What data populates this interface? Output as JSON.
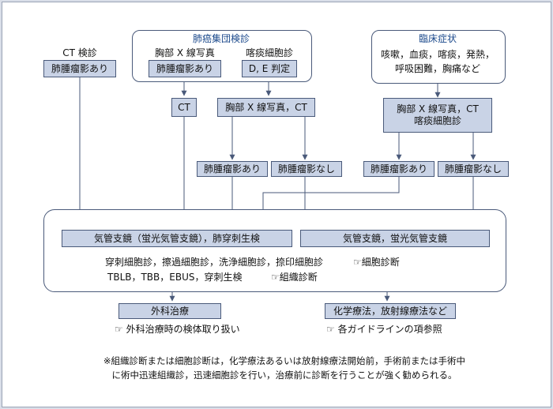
{
  "ct_exam": {
    "title": "CT 検診",
    "finding": "肺腫瘤影あり"
  },
  "mass_screening": {
    "title": "肺癌集団検診",
    "xray_label": "胸部 X 線写真",
    "xray_finding": "肺腫瘤影あり",
    "sputum_label": "喀痰細胞診",
    "sputum_finding": "D, E 判定"
  },
  "symptoms": {
    "title": "臨床症状",
    "line1": "咳嗽，血痰，喀痰，発熱，",
    "line2": "呼吸困難，胸痛など"
  },
  "ct_box": "CT",
  "xray_ct_box": "胸部 X 線写真，CT",
  "xray_ct_sputum_box": {
    "line1": "胸部 X 線写真，CT",
    "line2": "喀痰細胞診"
  },
  "findings": {
    "left_present": "肺腫瘤影あり",
    "left_absent": "肺腫瘤影なし",
    "right_present": "肺腫瘤影あり",
    "right_absent": "肺腫瘤影なし"
  },
  "diagnosis": {
    "bronchoscopy_needle": "気管支鏡（蛍光気管支鏡），肺穿刺生検",
    "bronchoscopy_fluor": "気管支鏡，蛍光気管支鏡",
    "cytology_methods": "穿刺細胞診，擦過細胞診，洗浄細胞診，捺印細胞診",
    "cytology_ref": "☞細胞診断",
    "histology_methods": "TBLB，TBB，EBUS，穿刺生検",
    "histology_ref": "☞組織診断"
  },
  "treatment": {
    "surgery": "外科治療",
    "surgery_note": "☞ 外科治療時の検体取り扱い",
    "chemo": "化学療法，放射線療法など",
    "chemo_note": "☞ 各ガイドラインの項参照"
  },
  "footnote": {
    "line1": "※組織診断または細胞診断は，化学療法あるいは放射線療法開始前，手術前または手術中",
    "line2": "に術中迅速組織診，迅速細胞診を行い，治療前に診断を行うことが強く勧められる。"
  },
  "colors": {
    "box_fill": "#c9d3e6",
    "border": "#4a5a7a",
    "header": "#1c4a8c",
    "background": "#d9dee8"
  }
}
